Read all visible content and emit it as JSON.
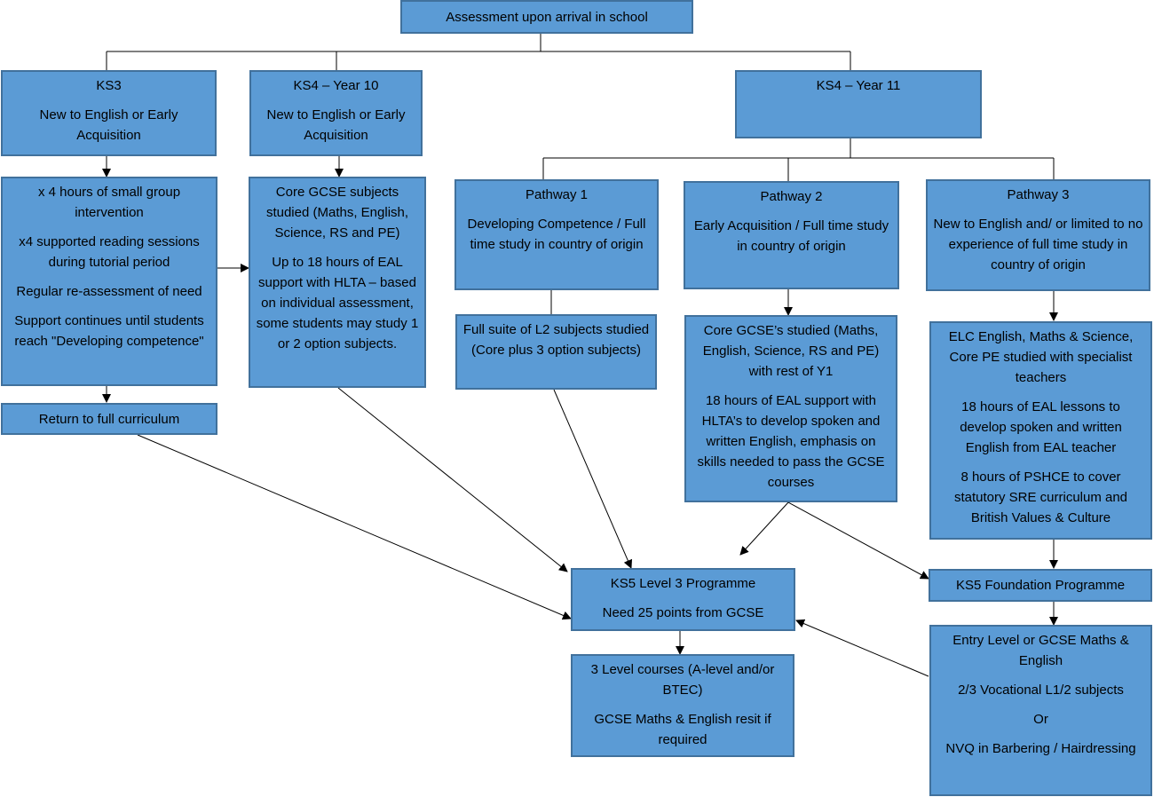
{
  "root": {
    "text": "Assessment upon arrival in school"
  },
  "ks3": {
    "title": "KS3",
    "subtitle": "New to English or Early Acquisition",
    "support": [
      "x 4 hours of small group intervention",
      "x4 supported reading sessions during tutorial period",
      "Regular re-assessment of need",
      "Support continues until students reach \"Developing competence\""
    ],
    "return": "Return to full curriculum"
  },
  "ks4_y10": {
    "title": "KS4 – Year 10",
    "subtitle": "New to English or Early Acquisition",
    "support": [
      "Core GCSE subjects studied (Maths, English, Science, RS and PE)",
      "Up to 18 hours of EAL support with HLTA – based on individual assessment, some students may study 1 or 2 option subjects."
    ]
  },
  "ks4_y11": {
    "title": "KS4 – Year 11"
  },
  "pathway1": {
    "title": "Pathway 1",
    "subtitle": "Developing Competence / Full time study in country of origin",
    "detail": "Full suite of L2 subjects studied (Core plus 3 option subjects)"
  },
  "pathway2": {
    "title": "Pathway 2",
    "subtitle": "Early Acquisition / Full time study in country of origin",
    "detail": [
      "Core GCSE’s studied (Maths, English, Science, RS and PE) with rest of Y1",
      "18 hours of EAL support with HLTA’s to develop spoken and written English, emphasis on skills needed to pass the GCSE courses"
    ]
  },
  "pathway3": {
    "title": "Pathway 3",
    "subtitle": "New to English and/ or limited to no experience of full time study in country of origin",
    "detail": [
      "ELC English, Maths & Science, Core PE studied with specialist teachers",
      "18 hours of EAL lessons to develop spoken and written English from EAL teacher",
      "8 hours of PSHCE to cover statutory SRE curriculum and British Values & Culture"
    ]
  },
  "ks5_level3": {
    "title": "KS5 Level 3 Programme",
    "requirement": "Need 25 points from GCSE",
    "courses": [
      "3 Level courses (A-level and/or BTEC)",
      "GCSE Maths & English resit if required"
    ]
  },
  "ks5_foundation": {
    "title": "KS5 Foundation Programme",
    "courses": [
      "Entry Level or GCSE Maths & English",
      "2/3 Vocational L1/2 subjects",
      "Or",
      "NVQ in Barbering / Hairdressing"
    ]
  },
  "colors": {
    "box_fill": "#5b9bd5",
    "box_border": "#41719c",
    "line": "#000000"
  }
}
